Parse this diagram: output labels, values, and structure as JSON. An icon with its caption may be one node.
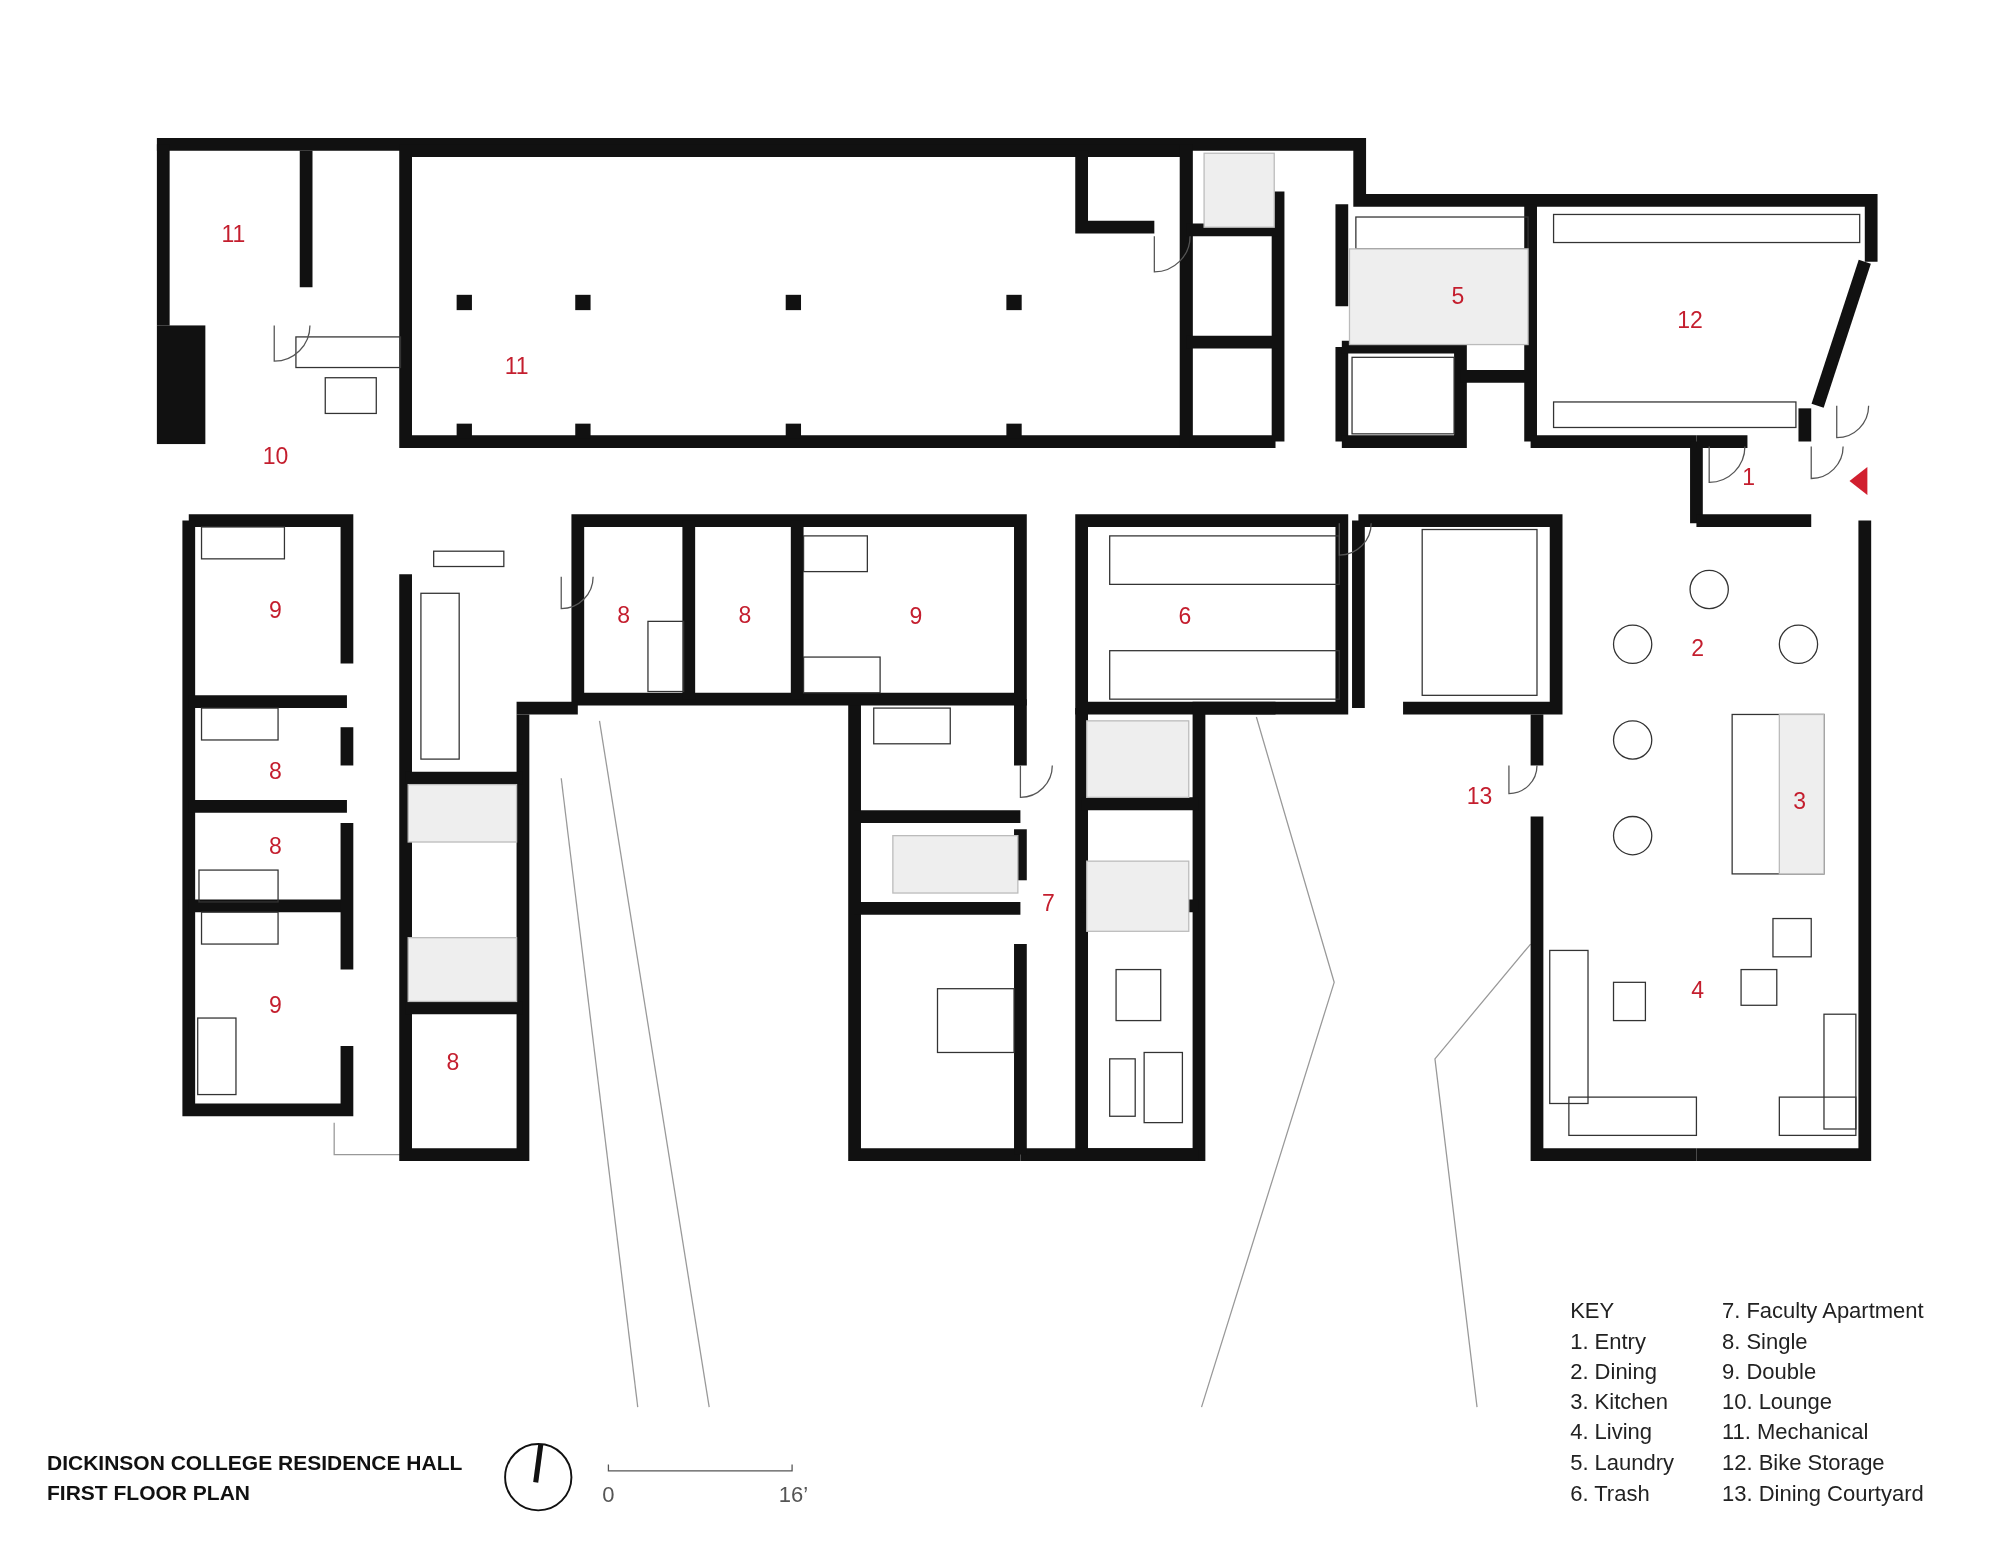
{
  "diagram": {
    "title": "DICKINSON COLLEGE RESIDENCE HALL FIRST FLOOR PLAN",
    "labels": [
      "11",
      "11",
      "5",
      "12",
      "10",
      "1",
      "9",
      "8",
      "8",
      "9",
      "6",
      "2",
      "8",
      "8",
      "13",
      "3",
      "7",
      "4",
      "9",
      "8",
      "0",
      "16’",
      "KEY",
      "1. Entry",
      "2. Dining",
      "3. Kitchen",
      "4. Living",
      "5. Laundry",
      "6. Trash",
      "7. Faculty Apartment",
      "8. Single",
      "9. Double",
      "10. Lounge",
      "11. Mechanical",
      "12. Bike Storage",
      "13. Dining Courtyard"
    ]
  }
}
